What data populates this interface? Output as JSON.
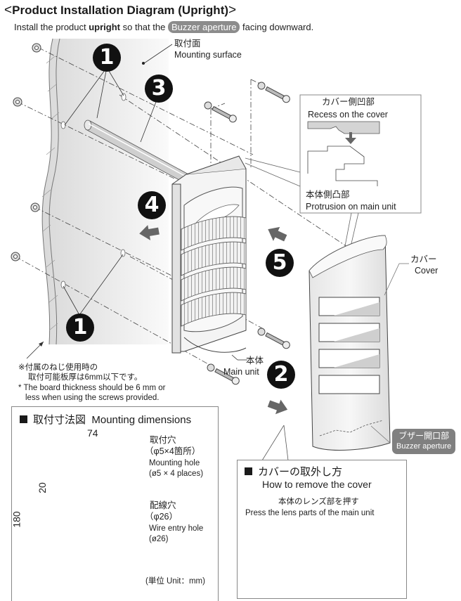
{
  "header": {
    "title_open": "<",
    "title": "Product Installation Diagram (Upright)",
    "title_close": ">",
    "subtitle_pre": "Install the product ",
    "subtitle_bold": "upright",
    "subtitle_mid": " so that the ",
    "subtitle_pill": "Buzzer aperture",
    "subtitle_post": " facing downward."
  },
  "steps": [
    "1",
    "2",
    "3",
    "4",
    "5"
  ],
  "labels": {
    "mounting_surface_jp": "取付面",
    "mounting_surface_en": "Mounting surface",
    "recess_jp": "カバー側凹部",
    "recess_en": "Recess on the cover",
    "protrusion_jp": "本体側凸部",
    "protrusion_en": "Protrusion on main unit",
    "cover_jp": "カバー",
    "cover_en": "Cover",
    "main_unit_jp": "本体",
    "main_unit_en": "Main unit",
    "buzzer_jp": "ブザー開口部",
    "buzzer_en": "Buzzer aperture"
  },
  "note": {
    "jp_line1": "※付属のねじ使用時の",
    "jp_line2": "取付可能板厚は6mm以下です。",
    "en_line1": "* The board thickness should be 6 mm or",
    "en_line2": "less when using the screws provided."
  },
  "mounting_dimensions": {
    "title_jp": "取付寸法図",
    "title_en": "Mounting dimensions",
    "width_mm": "74",
    "offset_mm": "20",
    "height_mm": "180",
    "hole_jp": "取付穴",
    "hole_spec_jp": "（φ5×4箇所）",
    "hole_en": "Mounting hole",
    "hole_spec_en": "(ø5 × 4 places)",
    "wire_jp": "配線穴",
    "wire_spec_jp": "（φ26）",
    "wire_en": "Wire entry hole",
    "wire_spec_en": "(ø26)",
    "unit": "(単位 Unit：mm)"
  },
  "remove_cover": {
    "title_jp": "カバーの取外し方",
    "title_en": "How to remove the cover",
    "instr_jp": "本体のレンズ部を押す",
    "instr_en": "Press the lens parts of the main unit"
  }
}
